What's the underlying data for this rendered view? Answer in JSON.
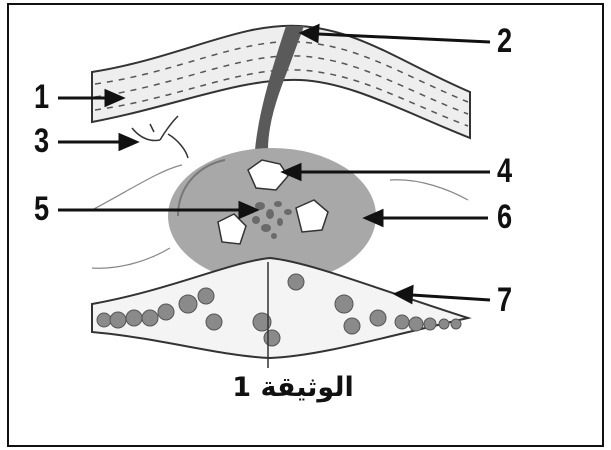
{
  "labels": {
    "l1": "1",
    "l2": "2",
    "l3": "3",
    "l4": "4",
    "l5": "5",
    "l6": "6",
    "l7": "7"
  },
  "caption": "الوثيقة 1",
  "colors": {
    "ink": "#111111",
    "nucleus_fill": "#a8a8a8",
    "cell_gray": "#8a8a8a",
    "dark_gray": "#5a5a5a"
  }
}
